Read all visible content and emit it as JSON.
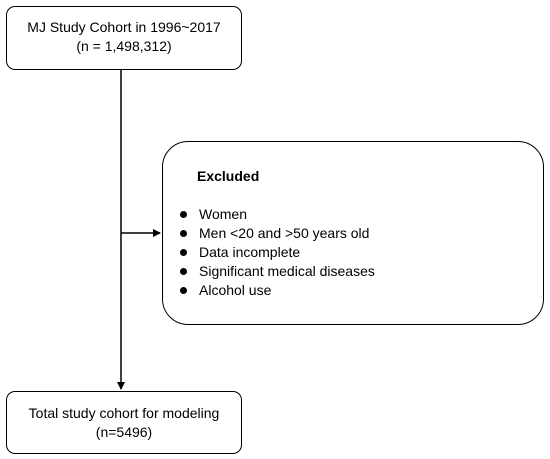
{
  "top_box": {
    "line1": "MJ Study Cohort in 1996~2017",
    "line2": "(n = 1,498,312)"
  },
  "excluded": {
    "title": "Excluded",
    "items": [
      "Women",
      "Men <20 and >50 years old",
      "Data incomplete",
      "Significant medical diseases",
      "Alcohol use"
    ]
  },
  "bottom_box": {
    "line1": "Total study cohort for modeling",
    "line2": "(n=5496)"
  }
}
